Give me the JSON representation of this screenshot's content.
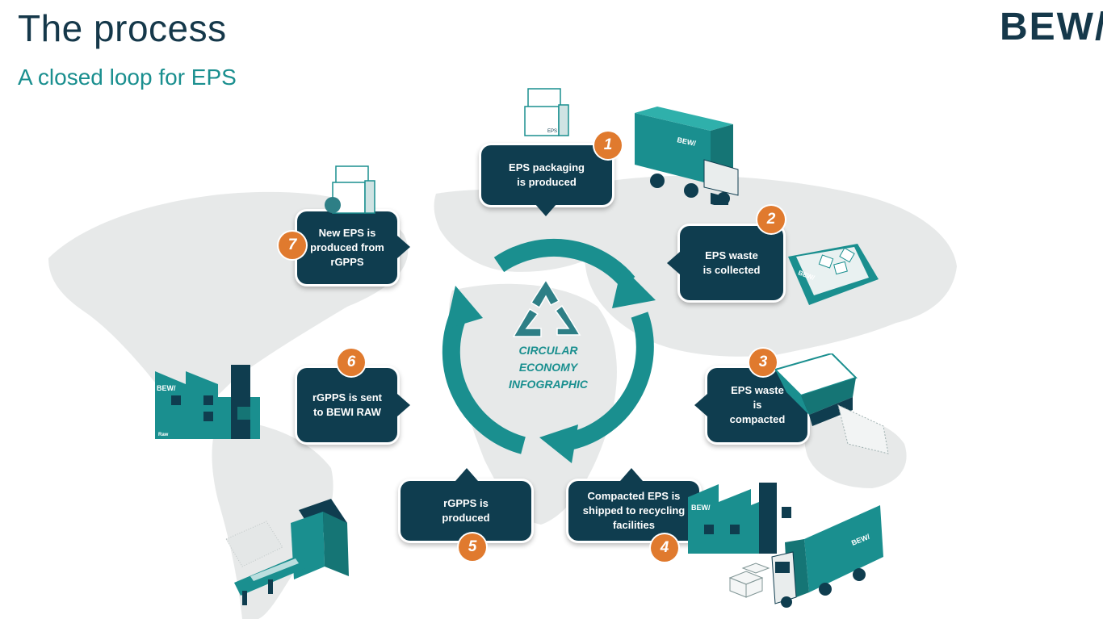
{
  "header": {
    "title": "The process",
    "subtitle": "A closed loop for EPS",
    "logo": "BEW/"
  },
  "center": {
    "label": "CIRCULAR\nECONOMY\nINFOGRAPHIC",
    "icon": "recycle-icon"
  },
  "steps": [
    {
      "number": "1",
      "text": "EPS packaging\nis produced"
    },
    {
      "number": "2",
      "text": "EPS waste\nis collected"
    },
    {
      "number": "3",
      "text": "EPS waste\nis\ncompacted"
    },
    {
      "number": "4",
      "text": "Compacted EPS is\nshipped to recycling\nfacilities"
    },
    {
      "number": "5",
      "text": "rGPPS is\nproduced"
    },
    {
      "number": "6",
      "text": "rGPPS is sent\nto BEWI RAW"
    },
    {
      "number": "7",
      "text": "New EPS is\nproduced from\nrGPPS"
    }
  ],
  "illustrations": {
    "truck_brand": "BEW/",
    "container_brand": "BEW/",
    "factory_brand": "BEW/",
    "factory_sublabel": "Raw",
    "box_label": "EPS"
  },
  "colors": {
    "navy": "#0f3d4f",
    "teal": "#1a8f8f",
    "orange": "#e07a2e",
    "map": "#e6e8e8"
  }
}
